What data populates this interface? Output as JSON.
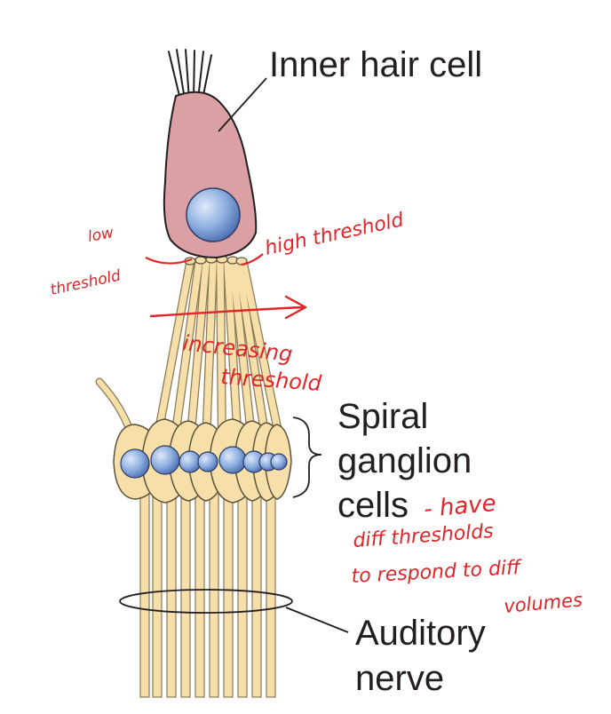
{
  "labels": {
    "inner_hair_cell": "Inner hair cell",
    "spiral_ganglion": [
      "Spiral",
      "ganglion",
      "cells"
    ],
    "auditory_nerve": [
      "Auditory",
      "nerve"
    ]
  },
  "annotations": {
    "low_threshold": [
      "low",
      "threshold"
    ],
    "high_threshold": "high threshold",
    "increasing_threshold": [
      "increasing",
      "threshold"
    ],
    "note": [
      "- have",
      "diff thresholds",
      "to respond to diff",
      "volumes"
    ]
  },
  "colors": {
    "hair_cell": "#dba0a3",
    "neuron": "#f7dfaa",
    "nucleus": "#9db7e0",
    "annotation": "#e32428",
    "text": "#231f20"
  }
}
